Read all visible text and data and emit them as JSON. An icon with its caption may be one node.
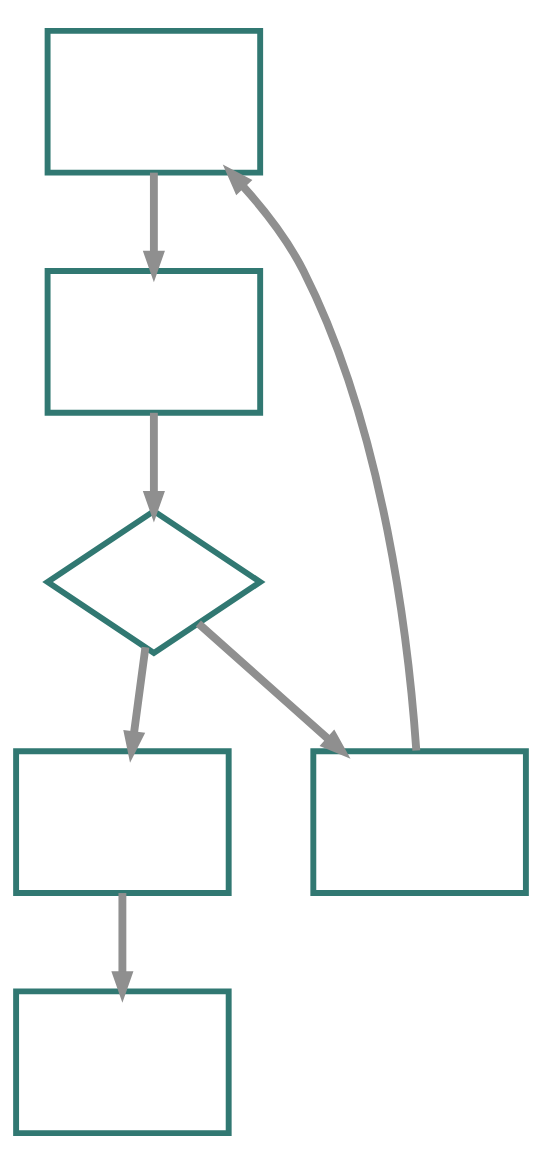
{
  "diagram": {
    "nodes": [
      {
        "text": [],
        "shape": "box"
      },
      {
        "text": [],
        "shape": "box"
      },
      {
        "text": [],
        "shape": "diamond"
      },
      {
        "text": [],
        "shape": "box"
      },
      {
        "text": [],
        "shape": "box"
      },
      {
        "text": [],
        "shape": "box"
      }
    ],
    "edges": [
      {
        "from": 0,
        "to": 1,
        "arrow": "to"
      },
      {
        "from": 1,
        "to": 2,
        "arrow": "to"
      },
      {
        "from": 2,
        "to": 3,
        "arrow": "to"
      },
      {
        "from": 2,
        "to": 4,
        "arrow": "to"
      },
      {
        "from": 4,
        "to": 0,
        "arrow": "to"
      },
      {
        "from": 3,
        "to": 5,
        "arrow": "to"
      }
    ]
  }
}
